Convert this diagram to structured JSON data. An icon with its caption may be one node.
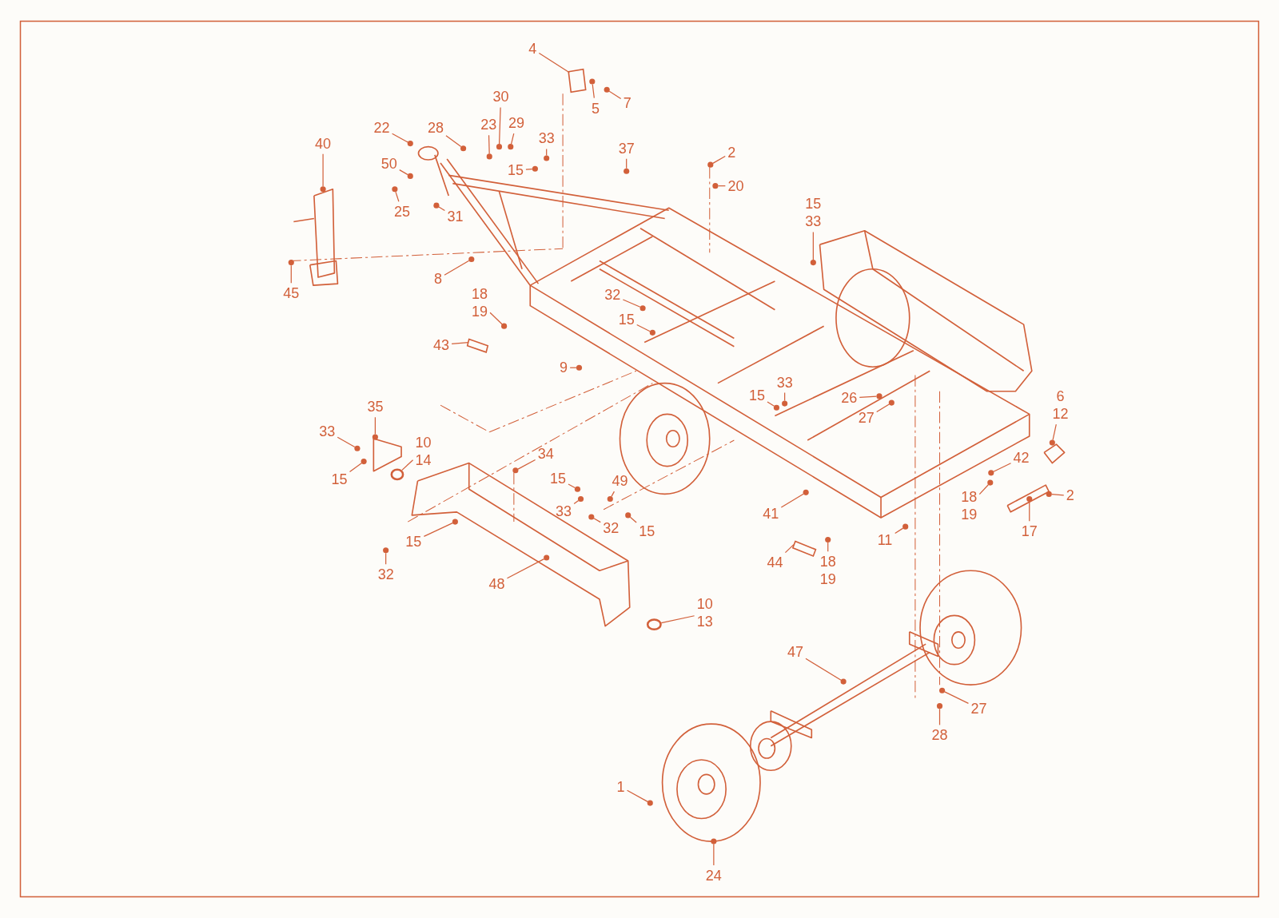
{
  "diagram": {
    "nodes": [
      {
        "text": [
          "4"
        ]
      },
      {
        "text": [
          "5"
        ]
      },
      {
        "text": [
          "7"
        ]
      },
      {
        "text": [
          "22"
        ]
      },
      {
        "text": [
          "28"
        ]
      },
      {
        "text": [
          "30"
        ]
      },
      {
        "text": [
          "23"
        ]
      },
      {
        "text": [
          "29"
        ]
      },
      {
        "text": [
          "33"
        ]
      },
      {
        "text": [
          "15"
        ]
      },
      {
        "text": [
          "50"
        ]
      },
      {
        "text": [
          "25"
        ]
      },
      {
        "text": [
          "31"
        ]
      },
      {
        "text": [
          "40"
        ]
      },
      {
        "text": [
          "45"
        ]
      },
      {
        "text": [
          "8"
        ]
      },
      {
        "text": [
          "37"
        ]
      },
      {
        "text": [
          "2"
        ]
      },
      {
        "text": [
          "20"
        ]
      },
      {
        "text": [
          "15",
          "33"
        ]
      },
      {
        "text": [
          "18",
          "19"
        ]
      },
      {
        "text": [
          "43"
        ]
      },
      {
        "text": [
          "32"
        ]
      },
      {
        "text": [
          "15"
        ]
      },
      {
        "text": [
          "9"
        ]
      },
      {
        "text": [
          "35"
        ]
      },
      {
        "text": [
          "33"
        ]
      },
      {
        "text": [
          "10",
          "14"
        ]
      },
      {
        "text": [
          "15"
        ]
      },
      {
        "text": [
          "34"
        ]
      },
      {
        "text": [
          "15"
        ]
      },
      {
        "text": [
          "49"
        ]
      },
      {
        "text": [
          "33"
        ]
      },
      {
        "text": [
          "32"
        ]
      },
      {
        "text": [
          "15"
        ]
      },
      {
        "text": [
          "15"
        ]
      },
      {
        "text": [
          "32"
        ]
      },
      {
        "text": [
          "48"
        ]
      },
      {
        "text": [
          "10",
          "13"
        ]
      },
      {
        "text": [
          "33"
        ]
      },
      {
        "text": [
          "15"
        ]
      },
      {
        "text": [
          "26"
        ]
      },
      {
        "text": [
          "27"
        ]
      },
      {
        "text": [
          "6",
          "12"
        ]
      },
      {
        "text": [
          "42"
        ]
      },
      {
        "text": [
          "2"
        ]
      },
      {
        "text": [
          "18",
          "19"
        ]
      },
      {
        "text": [
          "17"
        ]
      },
      {
        "text": [
          "41"
        ]
      },
      {
        "text": [
          "11"
        ]
      },
      {
        "text": [
          "44"
        ]
      },
      {
        "text": [
          "18",
          "19"
        ]
      },
      {
        "text": [
          "47"
        ]
      },
      {
        "text": [
          "27"
        ]
      },
      {
        "text": [
          "28"
        ]
      },
      {
        "text": [
          "1"
        ]
      },
      {
        "text": [
          "24"
        ]
      },
      {
        "text": [],
        "shape": "box"
      },
      {
        "text": [],
        "shape": "circle"
      },
      {
        "text": [],
        "shape": "circle"
      },
      {
        "text": [],
        "shape": "circle"
      },
      {
        "text": [],
        "shape": "circle"
      },
      {
        "text": [],
        "shape": "circle"
      },
      {
        "text": [],
        "shape": "circle"
      },
      {
        "text": [],
        "shape": "circle"
      },
      {
        "text": [],
        "shape": "circle"
      },
      {
        "text": [],
        "shape": "circle"
      },
      {
        "text": [],
        "shape": "circle"
      },
      {
        "text": [],
        "shape": "circle"
      },
      {
        "text": [],
        "shape": "circle"
      },
      {
        "text": [],
        "shape": "circle"
      },
      {
        "text": [],
        "shape": "circle"
      },
      {
        "text": [],
        "shape": "circle"
      },
      {
        "text": [],
        "shape": "circle"
      },
      {
        "text": [],
        "shape": "circle"
      },
      {
        "text": [],
        "shape": "circle"
      },
      {
        "text": [],
        "shape": "circle"
      },
      {
        "text": [],
        "shape": "circle"
      },
      {
        "text": [],
        "shape": "box"
      },
      {
        "text": [],
        "shape": "circle"
      },
      {
        "text": [],
        "shape": "circle"
      },
      {
        "text": [],
        "shape": "circle"
      },
      {
        "text": [],
        "shape": "circle"
      },
      {
        "text": [],
        "shape": "circle"
      },
      {
        "text": [],
        "shape": "circle"
      },
      {
        "text": [],
        "shape": "circle"
      },
      {
        "text": [],
        "shape": "circle"
      },
      {
        "text": [],
        "shape": "circle"
      },
      {
        "text": [],
        "shape": "circle"
      },
      {
        "text": [],
        "shape": "circle"
      },
      {
        "text": [],
        "shape": "circle"
      },
      {
        "text": [],
        "shape": "circle"
      },
      {
        "text": [],
        "shape": "circle"
      },
      {
        "text": [],
        "shape": "circle"
      },
      {
        "text": [],
        "shape": "circle"
      },
      {
        "text": [],
        "shape": "circle"
      },
      {
        "text": [],
        "shape": "circle"
      },
      {
        "text": [],
        "shape": "circle"
      },
      {
        "text": [],
        "shape": "circle"
      },
      {
        "text": [],
        "shape": "circle"
      },
      {
        "text": [],
        "shape": "circle"
      },
      {
        "text": [],
        "shape": "circle"
      },
      {
        "text": [],
        "shape": "circle"
      },
      {
        "text": [],
        "shape": "circle"
      },
      {
        "text": [],
        "shape": "circle"
      },
      {
        "text": [],
        "shape": "circle"
      },
      {
        "text": [],
        "shape": "circle"
      },
      {
        "text": [],
        "shape": "box"
      },
      {
        "text": [],
        "shape": "circle"
      },
      {
        "text": [],
        "shape": "circle"
      },
      {
        "text": [],
        "shape": "circle"
      },
      {
        "text": [],
        "shape": "circle"
      },
      {
        "text": [],
        "shape": "circle"
      },
      {
        "text": [],
        "shape": "circle"
      }
    ],
    "edges": [
      {
        "from": 0,
        "to": 57,
        "arrow": "none"
      },
      {
        "from": 1,
        "to": 58,
        "arrow": "none"
      },
      {
        "from": 2,
        "to": 59,
        "arrow": "none"
      },
      {
        "from": 3,
        "to": 60,
        "arrow": "none"
      },
      {
        "from": 4,
        "to": 61,
        "arrow": "none"
      },
      {
        "from": 5,
        "to": 62,
        "arrow": "none"
      },
      {
        "from": 6,
        "to": 63,
        "arrow": "none"
      },
      {
        "from": 7,
        "to": 64,
        "arrow": "none"
      },
      {
        "from": 8,
        "to": 65,
        "arrow": "none"
      },
      {
        "from": 9,
        "to": 66,
        "arrow": "none"
      },
      {
        "from": 10,
        "to": 67,
        "arrow": "none"
      },
      {
        "from": 11,
        "to": 68,
        "arrow": "none"
      },
      {
        "from": 12,
        "to": 69,
        "arrow": "none"
      },
      {
        "from": 13,
        "to": 70,
        "arrow": "none"
      },
      {
        "from": 14,
        "to": 71,
        "arrow": "none"
      },
      {
        "from": 15,
        "to": 72,
        "arrow": "none"
      },
      {
        "from": 16,
        "to": 73,
        "arrow": "none"
      },
      {
        "from": 17,
        "to": 74,
        "arrow": "none"
      },
      {
        "from": 18,
        "to": 75,
        "arrow": "none"
      },
      {
        "from": 19,
        "to": 76,
        "arrow": "none"
      },
      {
        "from": 20,
        "to": 77,
        "arrow": "none"
      },
      {
        "from": 21,
        "to": 78,
        "arrow": "none"
      },
      {
        "from": 22,
        "to": 79,
        "arrow": "none"
      },
      {
        "from": 23,
        "to": 80,
        "arrow": "none"
      },
      {
        "from": 24,
        "to": 81,
        "arrow": "none"
      },
      {
        "from": 25,
        "to": 82,
        "arrow": "none"
      },
      {
        "from": 26,
        "to": 83,
        "arrow": "none"
      },
      {
        "from": 27,
        "to": 84,
        "arrow": "none"
      },
      {
        "from": 28,
        "to": 85,
        "arrow": "none"
      },
      {
        "from": 29,
        "to": 86,
        "arrow": "none"
      },
      {
        "from": 30,
        "to": 87,
        "arrow": "none"
      },
      {
        "from": 31,
        "to": 88,
        "arrow": "none"
      },
      {
        "from": 32,
        "to": 89,
        "arrow": "none"
      },
      {
        "from": 33,
        "to": 90,
        "arrow": "none"
      },
      {
        "from": 34,
        "to": 91,
        "arrow": "none"
      },
      {
        "from": 35,
        "to": 92,
        "arrow": "none"
      },
      {
        "from": 36,
        "to": 93,
        "arrow": "none"
      },
      {
        "from": 37,
        "to": 94,
        "arrow": "none"
      },
      {
        "from": 38,
        "to": 95,
        "arrow": "none"
      },
      {
        "from": 39,
        "to": 96,
        "arrow": "none"
      },
      {
        "from": 40,
        "to": 97,
        "arrow": "none"
      },
      {
        "from": 41,
        "to": 98,
        "arrow": "none"
      },
      {
        "from": 42,
        "to": 99,
        "arrow": "none"
      },
      {
        "from": 43,
        "to": 100,
        "arrow": "none"
      },
      {
        "from": 44,
        "to": 101,
        "arrow": "none"
      },
      {
        "from": 45,
        "to": 102,
        "arrow": "none"
      },
      {
        "from": 46,
        "to": 103,
        "arrow": "none"
      },
      {
        "from": 47,
        "to": 104,
        "arrow": "none"
      },
      {
        "from": 48,
        "to": 105,
        "arrow": "none"
      },
      {
        "from": 49,
        "to": 106,
        "arrow": "none"
      },
      {
        "from": 50,
        "to": 107,
        "arrow": "none"
      },
      {
        "from": 51,
        "to": 108,
        "arrow": "none"
      },
      {
        "from": 52,
        "to": 109,
        "arrow": "none"
      },
      {
        "from": 53,
        "to": 110,
        "arrow": "none"
      },
      {
        "from": 54,
        "to": 111,
        "arrow": "none"
      },
      {
        "from": 55,
        "to": 112,
        "arrow": "none"
      },
      {
        "from": 56,
        "to": 113,
        "arrow": "none"
      }
    ]
  }
}
